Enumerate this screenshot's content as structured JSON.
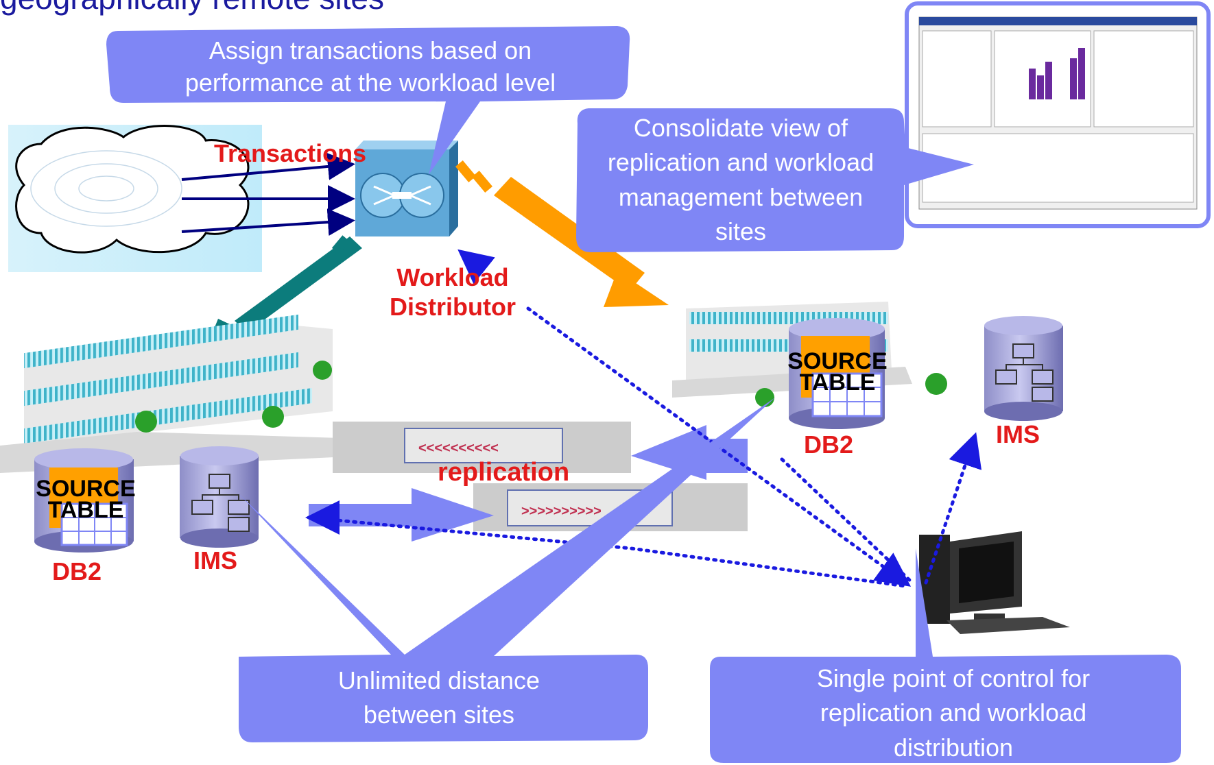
{
  "title": "geographically remote sites",
  "callouts": {
    "assign": "Assign transactions based on performance at the workload level",
    "consolidate": "Consolidate view of replication and workload management between sites",
    "unlimited": "Unlimited distance between sites",
    "single_point": "Single point of control for replication and workload distribution"
  },
  "labels": {
    "transactions": "Transactions",
    "workload_distributor": "Workload Distributor",
    "replication": "replication",
    "db2_left": "DB2",
    "ims_left": "IMS",
    "db2_right": "DB2",
    "ims_right": "IMS",
    "source_table_left": "SOURCE TABLE",
    "source_table_right": "SOURCE TABLE"
  },
  "colors": {
    "callout_fill": "#7f86f5",
    "label_red": "#e31a1a",
    "teal_arrow": "#0c7c7c",
    "orange_arrow": "#ff9c00",
    "dotted_link": "#1a1ae0",
    "title_blue": "#1a1a9e"
  },
  "icons": {
    "cloud": "network-cloud-icon",
    "distributor": "workload-distributor-icon",
    "workstation": "computer-workstation-icon",
    "building": "data-center-building-icon",
    "database": "database-cylinder-icon"
  }
}
